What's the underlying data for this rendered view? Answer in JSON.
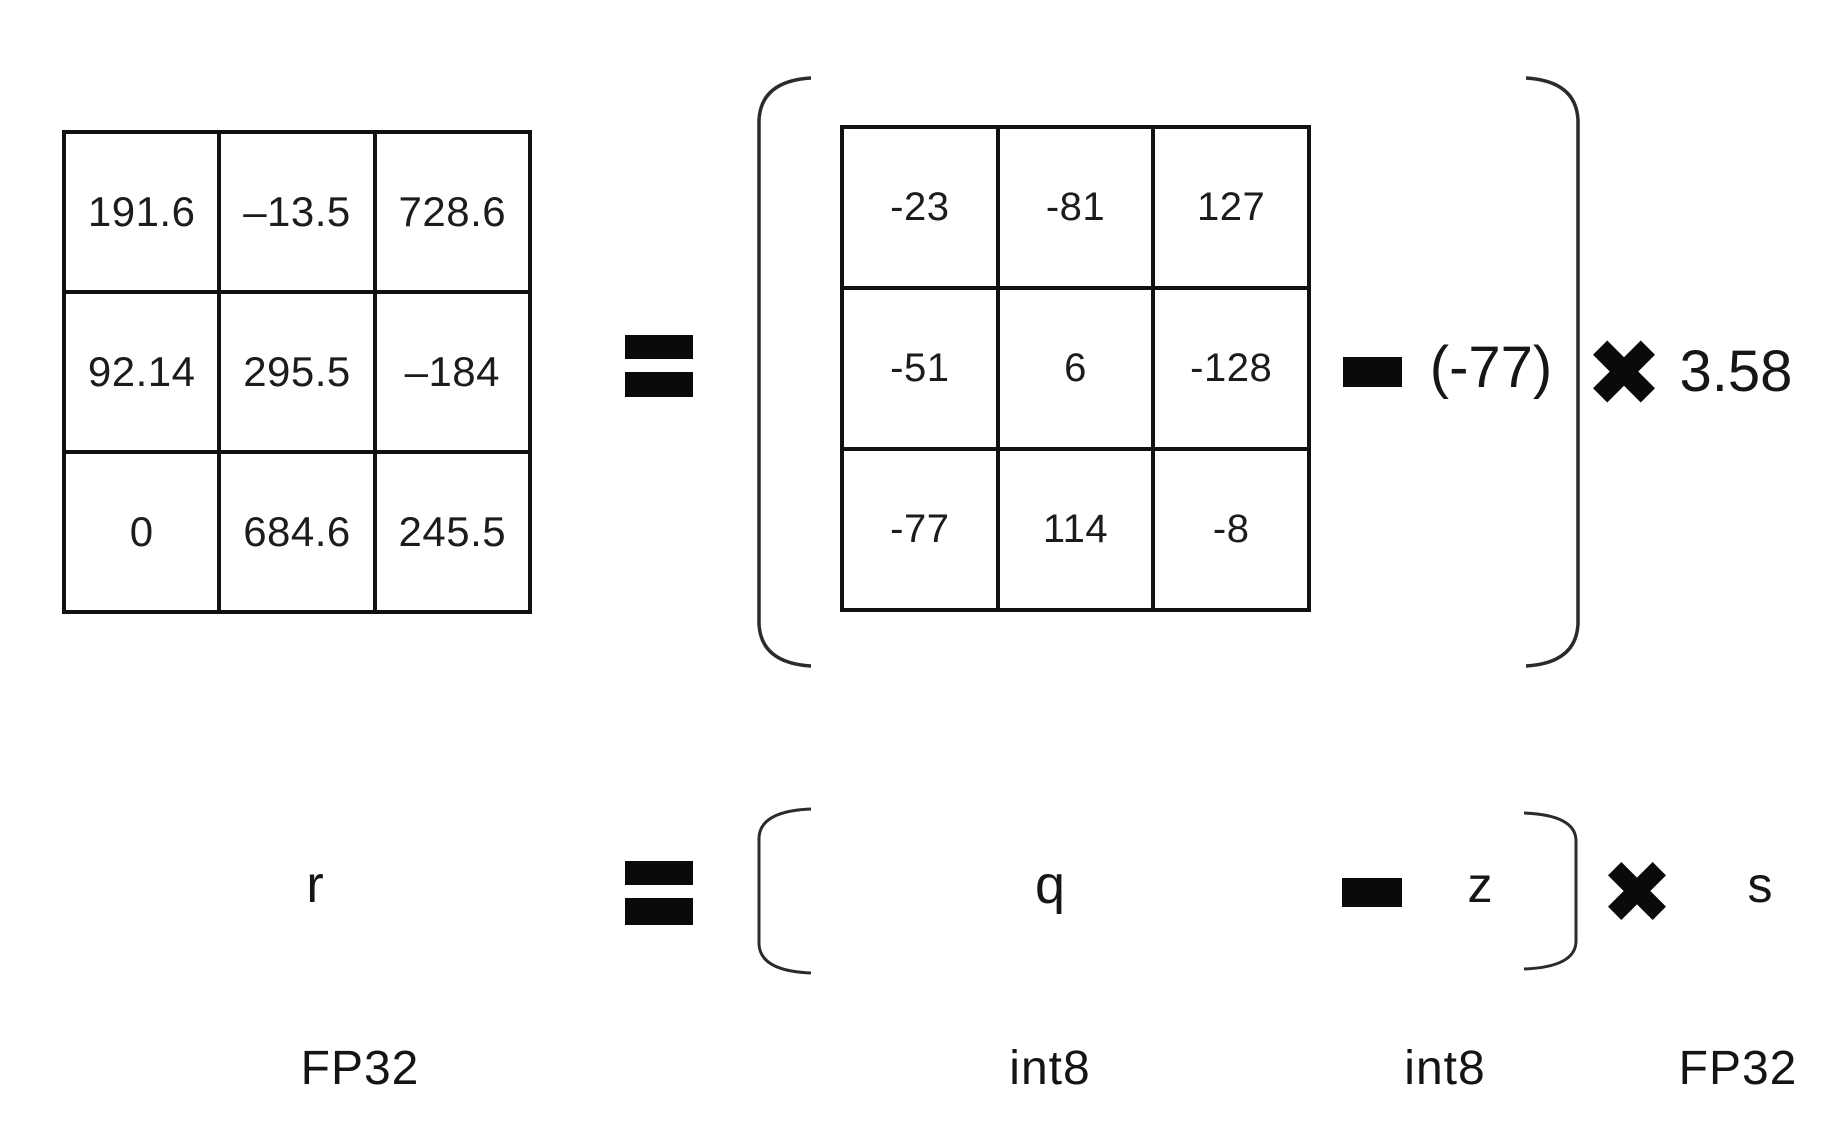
{
  "matrices": {
    "fp32": {
      "rows": [
        [
          "191.6",
          "–13.5",
          "728.6"
        ],
        [
          "92.14",
          "295.5",
          "–184"
        ],
        [
          "0",
          "684.6",
          "245.5"
        ]
      ]
    },
    "int8": {
      "rows": [
        [
          "-23",
          "-81",
          "127"
        ],
        [
          "-51",
          "6",
          "-128"
        ],
        [
          "-77",
          "114",
          "-8"
        ]
      ]
    }
  },
  "operators": {
    "equals": "=",
    "minus": "−",
    "times": "✕"
  },
  "zero_point": "(-77)",
  "scale": "3.58",
  "symbols": {
    "r": "r",
    "q": "q",
    "z": "z",
    "s": "s"
  },
  "type_labels": {
    "r": "FP32",
    "q": "int8",
    "z": "int8",
    "s": "FP32"
  },
  "colors": {
    "ink": "#111111",
    "background": "#ffffff"
  }
}
